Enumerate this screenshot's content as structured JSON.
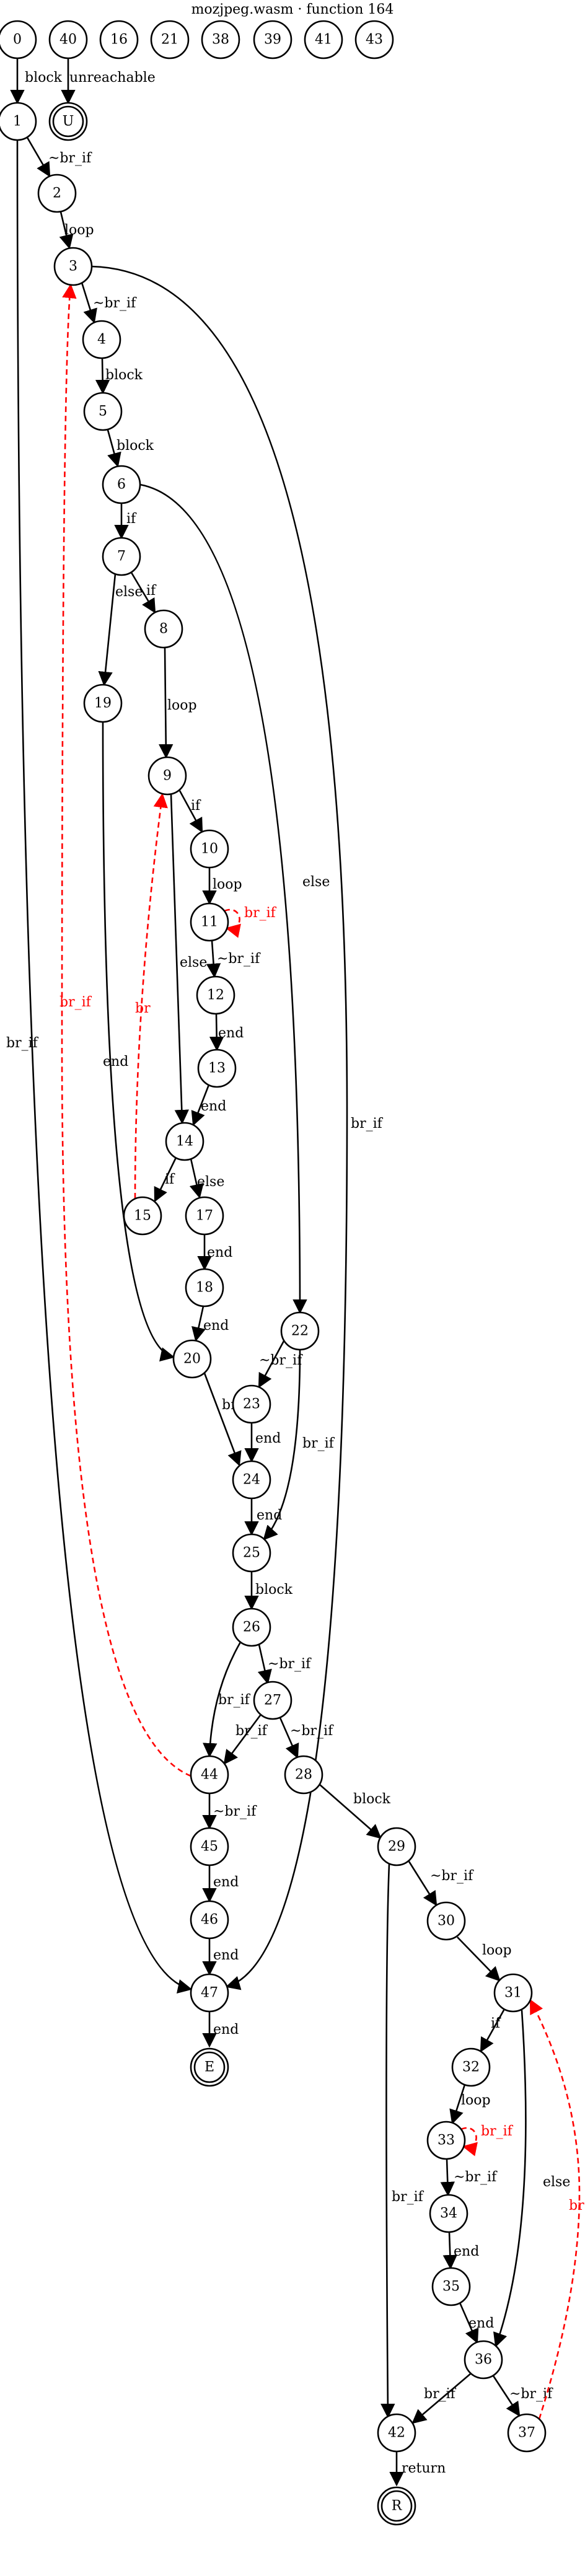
{
  "title": "mozjpeg.wasm · function 164",
  "colors": {
    "normal": "#000000",
    "back": "#ff0000"
  },
  "nodes": [
    {
      "id": "0",
      "label": "0"
    },
    {
      "id": "40",
      "label": "40"
    },
    {
      "id": "16",
      "label": "16"
    },
    {
      "id": "21",
      "label": "21"
    },
    {
      "id": "38",
      "label": "38"
    },
    {
      "id": "39",
      "label": "39"
    },
    {
      "id": "41",
      "label": "41"
    },
    {
      "id": "43",
      "label": "43"
    },
    {
      "id": "1",
      "label": "1"
    },
    {
      "id": "U",
      "label": "U",
      "double": true
    },
    {
      "id": "2",
      "label": "2"
    },
    {
      "id": "3",
      "label": "3"
    },
    {
      "id": "4",
      "label": "4"
    },
    {
      "id": "5",
      "label": "5"
    },
    {
      "id": "6",
      "label": "6"
    },
    {
      "id": "7",
      "label": "7"
    },
    {
      "id": "8",
      "label": "8"
    },
    {
      "id": "19",
      "label": "19"
    },
    {
      "id": "9",
      "label": "9"
    },
    {
      "id": "10",
      "label": "10"
    },
    {
      "id": "11",
      "label": "11"
    },
    {
      "id": "12",
      "label": "12"
    },
    {
      "id": "13",
      "label": "13"
    },
    {
      "id": "14",
      "label": "14"
    },
    {
      "id": "15",
      "label": "15"
    },
    {
      "id": "17",
      "label": "17"
    },
    {
      "id": "18",
      "label": "18"
    },
    {
      "id": "22",
      "label": "22"
    },
    {
      "id": "20",
      "label": "20"
    },
    {
      "id": "23",
      "label": "23"
    },
    {
      "id": "24",
      "label": "24"
    },
    {
      "id": "25",
      "label": "25"
    },
    {
      "id": "26",
      "label": "26"
    },
    {
      "id": "27",
      "label": "27"
    },
    {
      "id": "44",
      "label": "44"
    },
    {
      "id": "28",
      "label": "28"
    },
    {
      "id": "45",
      "label": "45"
    },
    {
      "id": "29",
      "label": "29"
    },
    {
      "id": "46",
      "label": "46"
    },
    {
      "id": "30",
      "label": "30"
    },
    {
      "id": "47",
      "label": "47"
    },
    {
      "id": "31",
      "label": "31"
    },
    {
      "id": "E",
      "label": "E",
      "double": true
    },
    {
      "id": "32",
      "label": "32"
    },
    {
      "id": "33",
      "label": "33"
    },
    {
      "id": "34",
      "label": "34"
    },
    {
      "id": "35",
      "label": "35"
    },
    {
      "id": "36",
      "label": "36"
    },
    {
      "id": "42",
      "label": "42"
    },
    {
      "id": "37",
      "label": "37"
    },
    {
      "id": "R",
      "label": "R",
      "double": true
    }
  ],
  "edges": [
    {
      "from": "0",
      "to": "1",
      "label": "block"
    },
    {
      "from": "40",
      "to": "U",
      "label": "unreachable"
    },
    {
      "from": "1",
      "to": "2",
      "label": "~br_if"
    },
    {
      "from": "1",
      "to": "47",
      "label": "br_if"
    },
    {
      "from": "2",
      "to": "3",
      "label": "loop"
    },
    {
      "from": "3",
      "to": "4",
      "label": "~br_if"
    },
    {
      "from": "3",
      "to": "47",
      "label": "br_if"
    },
    {
      "from": "4",
      "to": "5",
      "label": "block"
    },
    {
      "from": "5",
      "to": "6",
      "label": "block"
    },
    {
      "from": "6",
      "to": "7",
      "label": "if"
    },
    {
      "from": "6",
      "to": "22",
      "label": "else"
    },
    {
      "from": "7",
      "to": "8",
      "label": "if"
    },
    {
      "from": "7",
      "to": "19",
      "label": "else"
    },
    {
      "from": "8",
      "to": "9",
      "label": "loop"
    },
    {
      "from": "9",
      "to": "10",
      "label": "if"
    },
    {
      "from": "9",
      "to": "14",
      "label": "else"
    },
    {
      "from": "10",
      "to": "11",
      "label": "loop"
    },
    {
      "from": "11",
      "to": "11",
      "label": "br_if",
      "back": true
    },
    {
      "from": "11",
      "to": "12",
      "label": "~br_if"
    },
    {
      "from": "12",
      "to": "13",
      "label": "end"
    },
    {
      "from": "13",
      "to": "14",
      "label": "end"
    },
    {
      "from": "14",
      "to": "15",
      "label": "if"
    },
    {
      "from": "14",
      "to": "17",
      "label": "else"
    },
    {
      "from": "15",
      "to": "9",
      "label": "br",
      "back": true
    },
    {
      "from": "17",
      "to": "18",
      "label": "end"
    },
    {
      "from": "18",
      "to": "20",
      "label": "end"
    },
    {
      "from": "19",
      "to": "20",
      "label": "end"
    },
    {
      "from": "20",
      "to": "24",
      "label": "br"
    },
    {
      "from": "22",
      "to": "23",
      "label": "~br_if"
    },
    {
      "from": "22",
      "to": "25",
      "label": "br_if"
    },
    {
      "from": "23",
      "to": "24",
      "label": "end"
    },
    {
      "from": "24",
      "to": "25",
      "label": "end"
    },
    {
      "from": "25",
      "to": "26",
      "label": "block"
    },
    {
      "from": "26",
      "to": "27",
      "label": "~br_if"
    },
    {
      "from": "26",
      "to": "44",
      "label": "br_if"
    },
    {
      "from": "27",
      "to": "44",
      "label": "br_if"
    },
    {
      "from": "27",
      "to": "28",
      "label": "~br_if"
    },
    {
      "from": "44",
      "to": "3",
      "label": "br_if",
      "back": true
    },
    {
      "from": "44",
      "to": "45",
      "label": "~br_if"
    },
    {
      "from": "28",
      "to": "29",
      "label": "block"
    },
    {
      "from": "45",
      "to": "46",
      "label": "end"
    },
    {
      "from": "29",
      "to": "30",
      "label": "~br_if"
    },
    {
      "from": "29",
      "to": "42",
      "label": "br_if"
    },
    {
      "from": "46",
      "to": "47",
      "label": "end"
    },
    {
      "from": "30",
      "to": "31",
      "label": "loop"
    },
    {
      "from": "47",
      "to": "E",
      "label": "end"
    },
    {
      "from": "31",
      "to": "32",
      "label": "if"
    },
    {
      "from": "31",
      "to": "36",
      "label": "else"
    },
    {
      "from": "32",
      "to": "33",
      "label": "loop"
    },
    {
      "from": "33",
      "to": "33",
      "label": "br_if",
      "back": true
    },
    {
      "from": "33",
      "to": "34",
      "label": "~br_if"
    },
    {
      "from": "34",
      "to": "35",
      "label": "end"
    },
    {
      "from": "35",
      "to": "36",
      "label": "end"
    },
    {
      "from": "36",
      "to": "42",
      "label": "br_if"
    },
    {
      "from": "36",
      "to": "37",
      "label": "~br_if"
    },
    {
      "from": "37",
      "to": "31",
      "label": "br",
      "back": true
    },
    {
      "from": "42",
      "to": "R",
      "label": "return"
    }
  ]
}
